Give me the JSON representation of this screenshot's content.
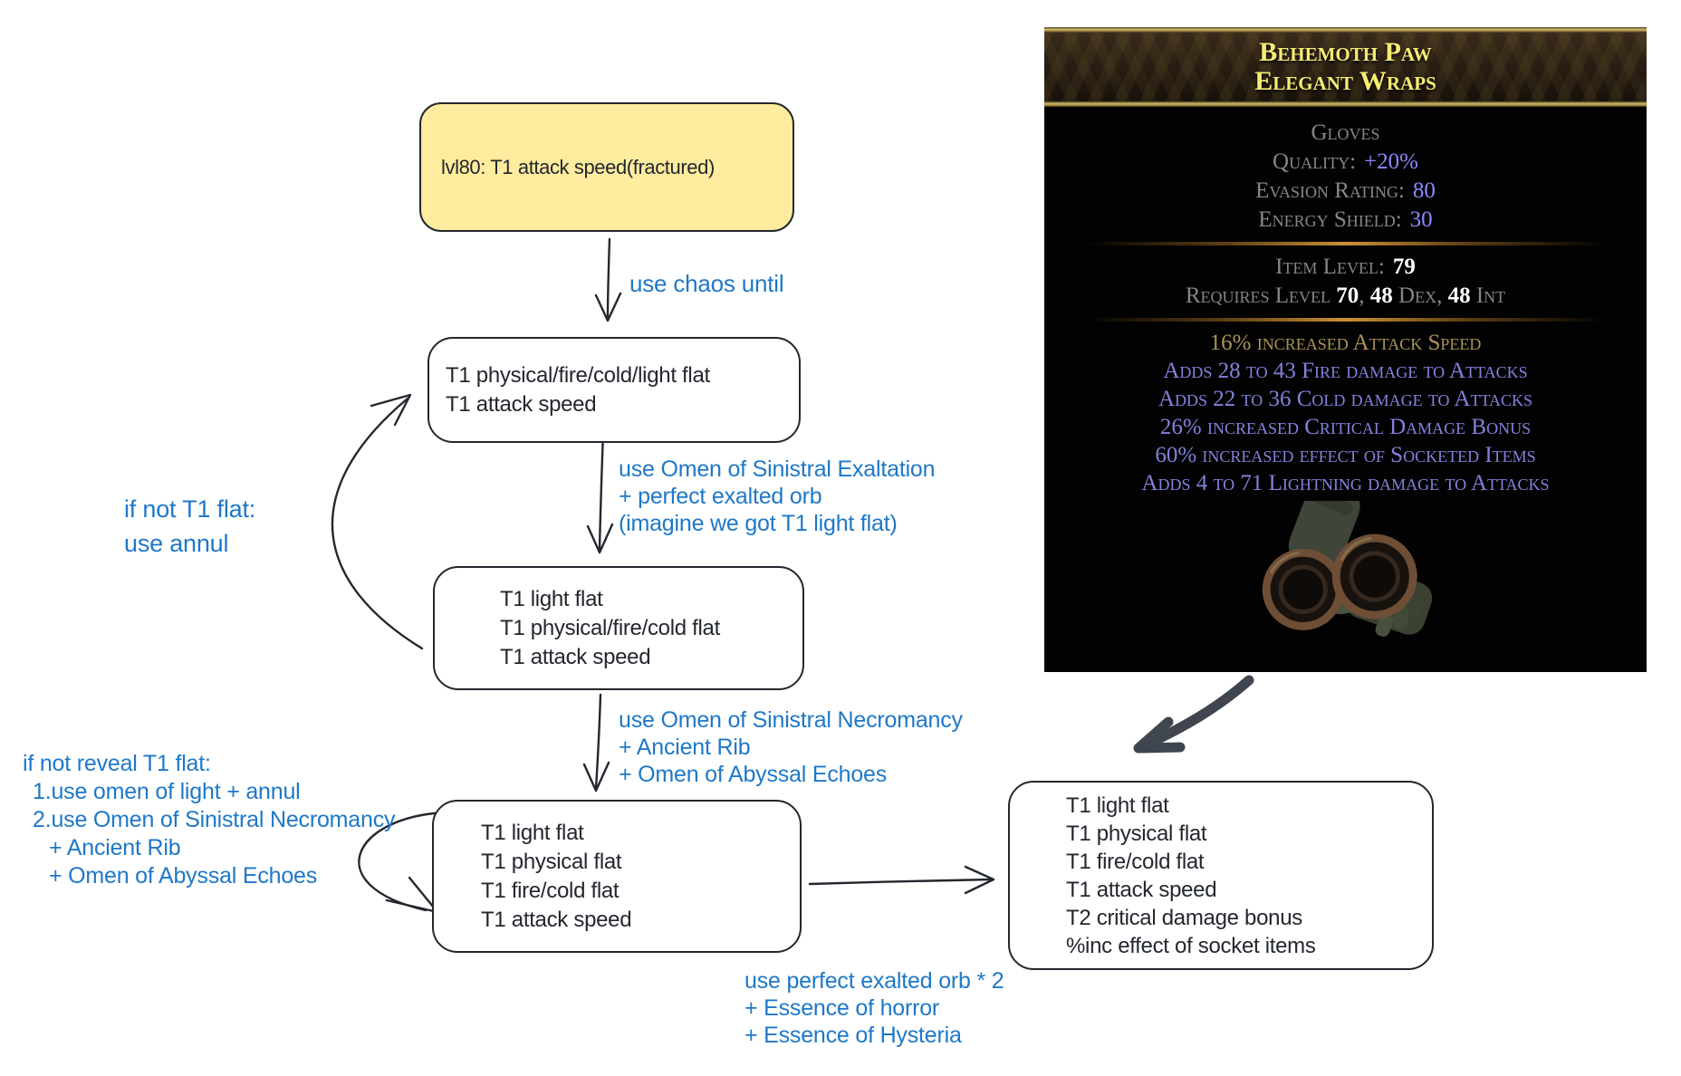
{
  "colors": {
    "ink": "#23272e",
    "note-blue": "#1e78c8",
    "node-yellow-bg": "#ffec9e",
    "arrow-dark": "#3f4650",
    "tooltip-title-gold": "#f6ec75",
    "tooltip-label-gray": "#868686",
    "tooltip-value-white": "#ffffff",
    "tooltip-augmented-blue": "#8a8aff",
    "tooltip-mod-blue": "#8282dd",
    "tooltip-fractured-gold": "#a99354"
  },
  "flowchart": {
    "start": {
      "text": "lvl80: T1 attack speed(fractured)"
    },
    "node1": {
      "lines": [
        "T1 physical/fire/cold/light flat",
        "T1 attack speed"
      ]
    },
    "node2": {
      "lines": [
        "T1 light flat",
        "T1 physical/fire/cold flat",
        "T1 attack speed"
      ]
    },
    "node3": {
      "lines": [
        "T1 light flat",
        "T1 physical flat",
        "T1 fire/cold flat",
        "T1 attack speed"
      ]
    },
    "node4": {
      "lines": [
        "T1 light flat",
        "T1 physical flat",
        "T1 fire/cold flat",
        "T1 attack speed",
        "T2 critical damage bonus",
        "%inc effect of socket items"
      ]
    },
    "label_chaos": {
      "lines": [
        "use chaos until"
      ]
    },
    "label_exalt": {
      "lines": [
        "use Omen of Sinistral Exaltation",
        "+ perfect exalted orb",
        "(imagine we got T1 light flat)"
      ]
    },
    "label_necro": {
      "lines": [
        "use Omen of Sinistral Necromancy",
        "+ Ancient Rib",
        "+ Omen of Abyssal Echoes"
      ]
    },
    "label_essence": {
      "lines": [
        "use perfect exalted orb * 2",
        "+ Essence of horror",
        "+ Essence of Hysteria"
      ]
    },
    "note_annul": {
      "lines": [
        "if not T1 flat:",
        "use annul"
      ]
    },
    "note_reveal": {
      "lines": [
        "if not reveal T1 flat:",
        "1.use omen of light + annul",
        "2.use Omen of Sinistral Necromancy",
        "+ Ancient Rib",
        "+ Omen of Abyssal Echoes"
      ]
    }
  },
  "tooltip": {
    "title": {
      "line1": "Behemoth Paw",
      "line2": "Elegant Wraps"
    },
    "base_type": "Gloves",
    "properties": [
      {
        "label": "Quality:",
        "value": "+20%"
      },
      {
        "label": "Evasion Rating:",
        "value": "80"
      },
      {
        "label": "Energy Shield:",
        "value": "30"
      }
    ],
    "item_level": {
      "label": "Item Level:",
      "value": "79"
    },
    "requirements": {
      "prefix": "Requires Level ",
      "level": "70",
      "sep1": ", ",
      "dex_value": "48",
      "dex_label": " Dex, ",
      "int_value": "48",
      "int_label": " Int"
    },
    "fractured_mod": "16% increased Attack Speed",
    "mods": [
      "Adds 28 to 43 Fire damage to Attacks",
      "Adds 22 to 36 Cold damage to Attacks",
      "26% increased Critical Damage Bonus",
      "60% increased effect of Socketed Items",
      "Adds 4 to 71 Lightning damage to Attacks"
    ]
  }
}
